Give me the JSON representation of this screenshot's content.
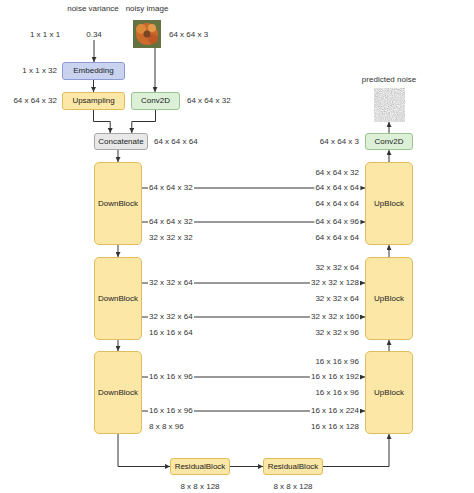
{
  "diagram": {
    "nodes": [
      {
        "text": [
          "Embedding"
        ]
      },
      {
        "text": [
          "Upsampling"
        ]
      },
      {
        "text": [
          "Conv2D"
        ]
      },
      {
        "text": [
          "Concatenate"
        ]
      },
      {
        "text": [
          "DownBlock"
        ]
      },
      {
        "text": [
          "DownBlock"
        ]
      },
      {
        "text": [
          "DownBlock"
        ]
      },
      {
        "text": [
          "ResidualBlock"
        ]
      },
      {
        "text": [
          "ResidualBlock"
        ]
      },
      {
        "text": [
          "UpBlock"
        ]
      },
      {
        "text": [
          "UpBlock"
        ]
      },
      {
        "text": [
          "UpBlock"
        ]
      },
      {
        "text": [
          "Conv2D"
        ]
      }
    ],
    "edges": [
      {
        "from": 0,
        "to": 1,
        "arrow": "to"
      },
      {
        "from": 1,
        "to": 3,
        "arrow": "to"
      },
      {
        "from": 2,
        "to": 3,
        "arrow": "to"
      },
      {
        "from": 3,
        "to": 4,
        "arrow": "to"
      },
      {
        "from": 4,
        "to": 5,
        "arrow": "to"
      },
      {
        "from": 5,
        "to": 6,
        "arrow": "to"
      },
      {
        "from": 6,
        "to": 7,
        "arrow": "to"
      },
      {
        "from": 7,
        "to": 8,
        "arrow": "to"
      },
      {
        "from": 8,
        "to": 11,
        "arrow": "to"
      },
      {
        "from": 11,
        "to": 10,
        "arrow": "to"
      },
      {
        "from": 10,
        "to": 9,
        "arrow": "to"
      },
      {
        "from": 9,
        "to": 12,
        "arrow": "to"
      },
      {
        "from": 4,
        "to": 9,
        "arrow": "to"
      },
      {
        "from": 4,
        "to": 9,
        "arrow": "to"
      },
      {
        "from": 5,
        "to": 10,
        "arrow": "to"
      },
      {
        "from": 5,
        "to": 10,
        "arrow": "to"
      },
      {
        "from": 6,
        "to": 11,
        "arrow": "to"
      },
      {
        "from": 6,
        "to": 11,
        "arrow": "to"
      }
    ],
    "labels": [
      "noise variance",
      "noisy image",
      "1 x 1 x 1",
      "0.34",
      "64 x 64 x 3",
      "1 x 1 x 32",
      "64 x 64 x 32",
      "64 x 64 x 32",
      "64 x 64 x 64",
      "predicted noise",
      "64 x 64 x 3",
      "64 x 64 x 32",
      "64 x 64 x 32",
      "32 x 32 x 32",
      "64 x 64 x 32",
      "64 x 64 x 64",
      "64 x 64 x 64",
      "64 x 64 x 96",
      "64 x 64 x 64",
      "32 x 32 x 64",
      "32 x 32 x 64",
      "16 x 16 x 64",
      "32 x 32 x 64",
      "32 x 32 x 128",
      "32 x 32 x 64",
      "32 x 32 x 160",
      "32 x 32 x 96",
      "16 x 16 x 96",
      "16 x 16 x 96",
      "8 x 8 x 96",
      "16 x 16 x 96",
      "16 x 16 x 192",
      "16 x 16 x 96",
      "16 x 16 x 224",
      "16 x 16 x 128",
      "8 x 8 x 128",
      "8 x 8 x 128"
    ]
  }
}
